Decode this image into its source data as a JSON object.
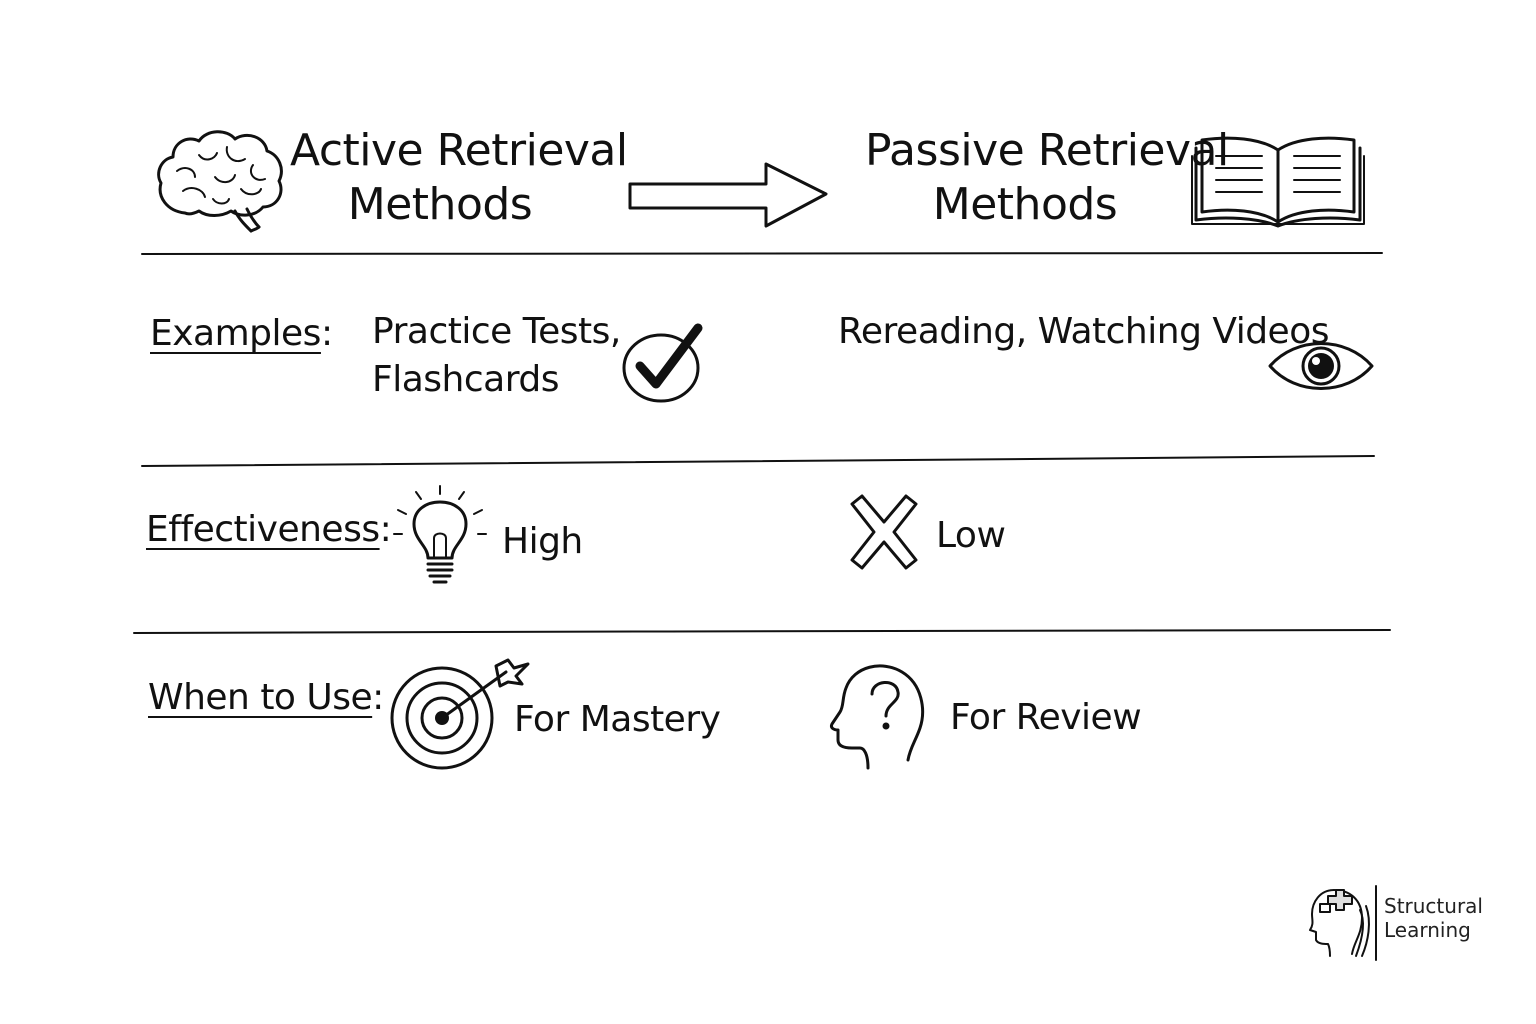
{
  "header": {
    "left_title": [
      "Active Retrieval",
      "Methods"
    ],
    "right_title": [
      "Passive Retrieval",
      "Methods"
    ]
  },
  "rows": [
    {
      "label": "Examples",
      "active": [
        "Practice Tests,",
        "Flashcards"
      ],
      "passive": "Rereading, Watching Videos",
      "active_icon": "check-circle-icon",
      "passive_icon": "eye-icon"
    },
    {
      "label": "Effectiveness",
      "active": "High",
      "passive": "Low",
      "active_icon": "lightbulb-icon",
      "passive_icon": "x-mark-icon"
    },
    {
      "label": "When to Use",
      "active": "For Mastery",
      "passive": "For Review",
      "active_icon": "target-icon",
      "passive_icon": "question-head-icon"
    }
  ],
  "brand": {
    "line1": "Structural",
    "line2": "Learning"
  },
  "colors": {
    "ink": "#111111",
    "background": "#ffffff"
  }
}
